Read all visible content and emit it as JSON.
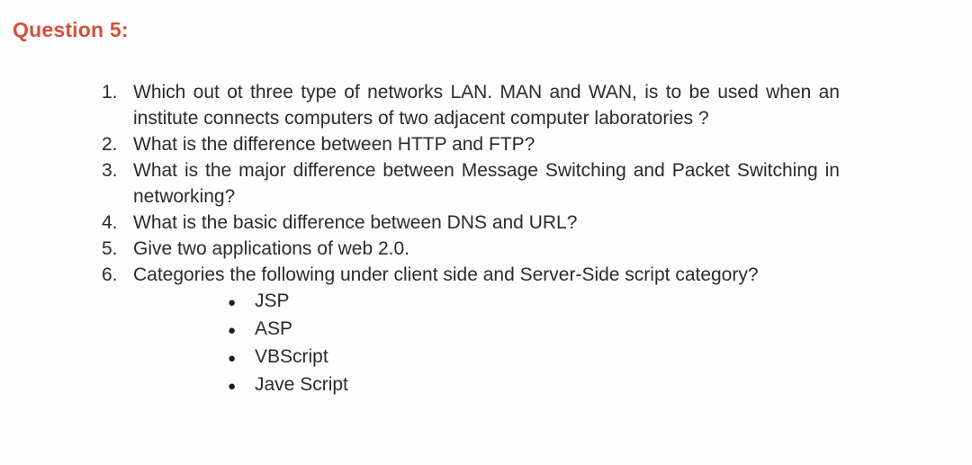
{
  "heading": {
    "text": "Question 5:"
  },
  "colors": {
    "heading": "#d5503a",
    "body_text": "#2b2b2b",
    "background": "#fdfdfd"
  },
  "questions": [
    {
      "number": "1.",
      "text": "Which out ot three type of networks LAN. MAN and WAN, is to be used when an institute connects computers of two adjacent computer laboratories ?"
    },
    {
      "number": "2.",
      "text": "What is the difference between HTTP and FTP?"
    },
    {
      "number": "3.",
      "text": "What is the major difference between Message Switching and Packet Switching in networking?"
    },
    {
      "number": "4.",
      "text": "What is the basic difference between DNS and URL?"
    },
    {
      "number": "5.",
      "text": "Give two applications of web 2.0."
    },
    {
      "number": "6.",
      "text": "Categories the following under client side and Server-Side script category?"
    }
  ],
  "script_options": [
    {
      "bullet": "●",
      "label": "JSP"
    },
    {
      "bullet": "●",
      "label": "ASP"
    },
    {
      "bullet": "●",
      "label": "VBScript"
    },
    {
      "bullet": "●",
      "label": "Jave Script"
    }
  ]
}
